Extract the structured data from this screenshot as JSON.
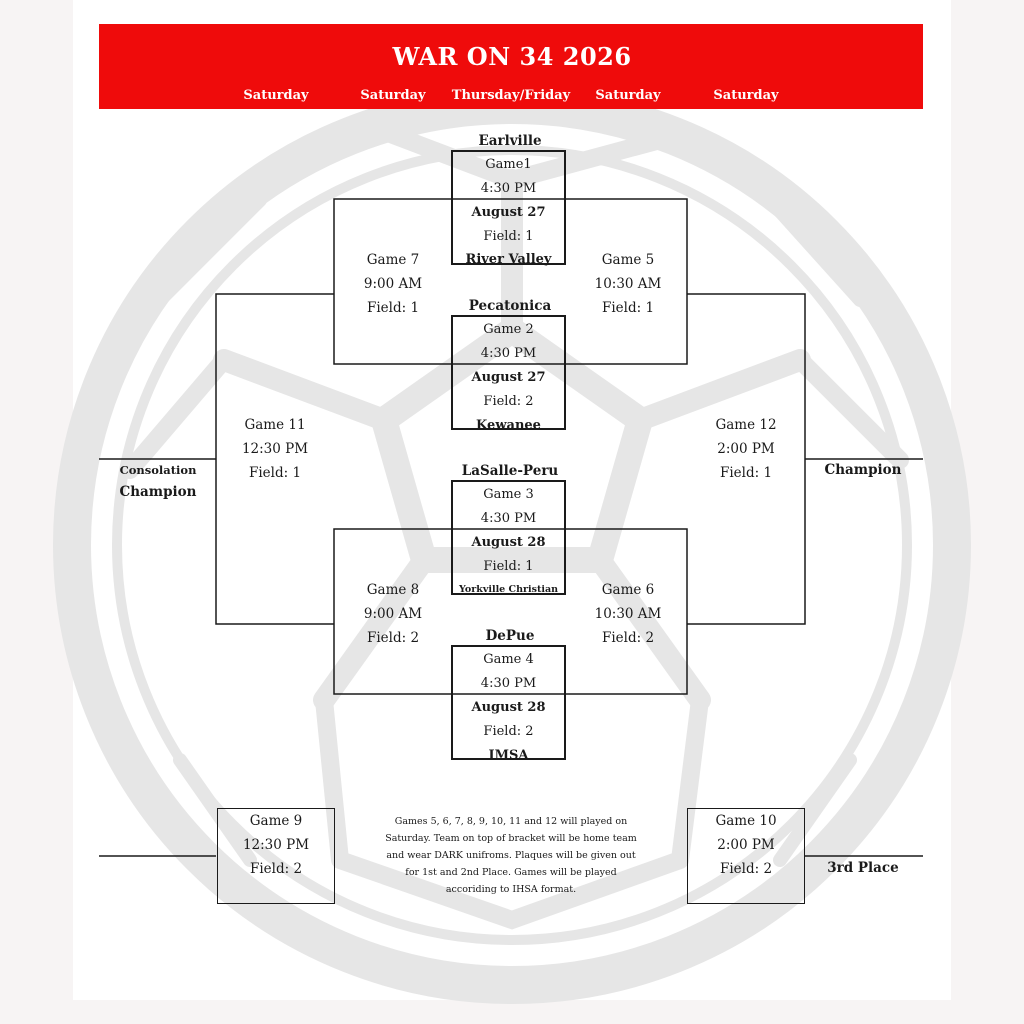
{
  "header": {
    "title": "WAR ON 34 2026",
    "days": [
      "Saturday",
      "Saturday",
      "Thursday/Friday",
      "Saturday",
      "Saturday"
    ]
  },
  "first_round": [
    {
      "top_team": "Earlville",
      "game": "Game1",
      "time": "4:30 PM",
      "date": "August 27",
      "field": "Field: 1",
      "bottom_team": "River Valley"
    },
    {
      "top_team": "Pecatonica",
      "game": "Game 2",
      "time": "4:30 PM",
      "date": "August 27",
      "field": "Field: 2",
      "bottom_team": "Kewanee"
    },
    {
      "top_team": "LaSalle-Peru",
      "game": "Game 3",
      "time": "4:30 PM",
      "date": "August 28",
      "field": "Field: 1",
      "bottom_team": "Yorkville Christian"
    },
    {
      "top_team": "DePue",
      "game": "Game 4",
      "time": "4:30 PM",
      "date": "August 28",
      "field": "Field: 2",
      "bottom_team": "IMSA"
    }
  ],
  "later_games": {
    "game7": {
      "game": "Game 7",
      "time": "9:00 AM",
      "field": "Field: 1"
    },
    "game8": {
      "game": "Game 8",
      "time": "9:00 AM",
      "field": "Field: 2"
    },
    "game5": {
      "game": "Game 5",
      "time": "10:30 AM",
      "field": "Field: 1"
    },
    "game6": {
      "game": "Game 6",
      "time": "10:30 AM",
      "field": "Field: 2"
    },
    "game11": {
      "game": "Game 11",
      "time": "12:30 PM",
      "field": "Field: 1"
    },
    "game12": {
      "game": "Game 12",
      "time": "2:00 PM",
      "field": "Field: 1"
    },
    "game9": {
      "game": "Game 9",
      "time": "12:30 PM",
      "field": "Field: 2"
    },
    "game10": {
      "game": "Game 10",
      "time": "2:00 PM",
      "field": "Field: 2"
    }
  },
  "labels": {
    "consolation_line1": "Consolation",
    "consolation_line2": "Champion",
    "champion": "Champion",
    "third_place": "3rd Place"
  },
  "note": "Games 5, 6, 7, 8, 9, 10, 11 and 12 will played on Saturday.  Team on top of bracket will be home team and wear DARK unifroms.  Plaques will be given out for 1st and 2nd Place.  Games will be played accoriding to IHSA format.",
  "colors": {
    "header_red": "#ef0b0b",
    "line": "#1a1a1a",
    "watermark": "#e3e3e3"
  }
}
